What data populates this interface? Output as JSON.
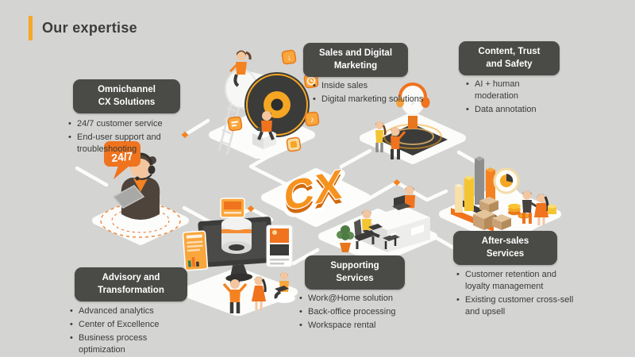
{
  "slide": {
    "title": "Our expertise",
    "center_logo": "CX",
    "colors": {
      "background": "#D4D4D2",
      "accent_orange": "#F58220",
      "accent_yellow": "#F7A823",
      "box_dark": "#4A4A47",
      "text_dark": "#3A3A38",
      "platform_white": "#FCFCFA"
    },
    "sections": [
      {
        "id": "omnichannel",
        "title": "Omnichannel\nCX Solutions",
        "bullets": [
          "24/7 customer service",
          "End-user support and troubleshooting"
        ],
        "illustration": "customer-support-agent",
        "badge": "24/7"
      },
      {
        "id": "sales-digital-marketing",
        "title": "Sales and Digital\nMarketing",
        "bullets": [
          "Inside sales",
          "Digital marketing solutions"
        ],
        "illustration": "megaphone-with-app-icons",
        "icon_glyphs": {
          "download": "↓",
          "music": "♪"
        }
      },
      {
        "id": "content-trust-safety",
        "title": "Content, Trust\nand Safety",
        "bullets": [
          "AI + human moderation",
          "Data annotation"
        ],
        "illustration": "ai-head-with-headphones"
      },
      {
        "id": "advisory-transformation",
        "title": "Advisory and\nTransformation",
        "bullets": [
          "Advanced analytics",
          "Center of Excellence",
          "Business process optimization"
        ],
        "illustration": "analytics-dashboards"
      },
      {
        "id": "supporting-services",
        "title": "Supporting\nServices",
        "bullets": [
          "Work@Home solution",
          "Back-office processing",
          "Workspace rental"
        ],
        "illustration": "office-desk-team"
      },
      {
        "id": "after-sales",
        "title": "After-sales\nServices",
        "bullets": [
          "Customer retention and loyalty management",
          "Existing customer cross-sell and upsell"
        ],
        "illustration": "growth-chart-and-boxes"
      }
    ]
  }
}
